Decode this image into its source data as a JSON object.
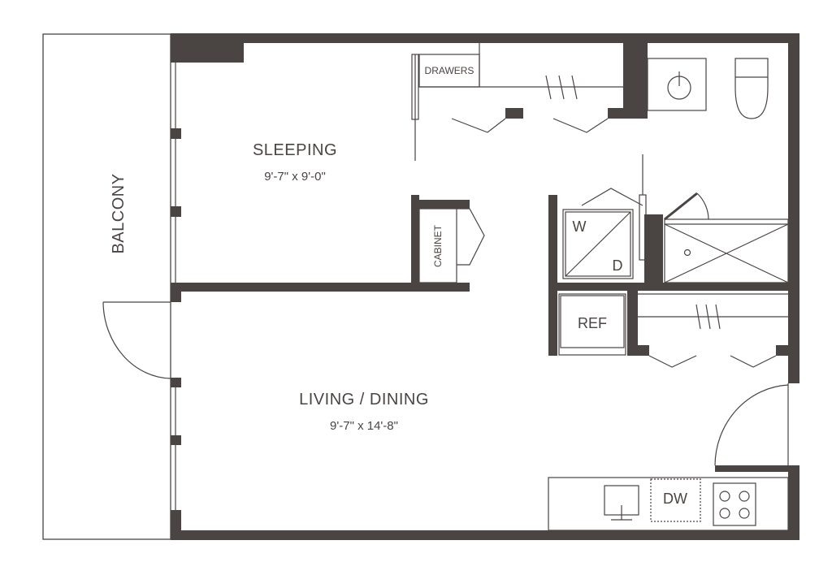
{
  "rooms": {
    "sleeping": {
      "name": "SLEEPING",
      "dims": "9'-7\" x 9'-0\""
    },
    "living": {
      "name": "LIVING / DINING",
      "dims": "9'-7\" x 14'-8\""
    },
    "balcony": {
      "name": "BALCONY"
    }
  },
  "fixtures": {
    "drawers": "DRAWERS",
    "cabinet": "CABINET",
    "washer": "W",
    "dryer": "D",
    "refrigerator": "REF",
    "dishwasher": "DW"
  },
  "colors": {
    "wall": "#4a4443",
    "line": "#4a4443",
    "background": "#ffffff"
  }
}
